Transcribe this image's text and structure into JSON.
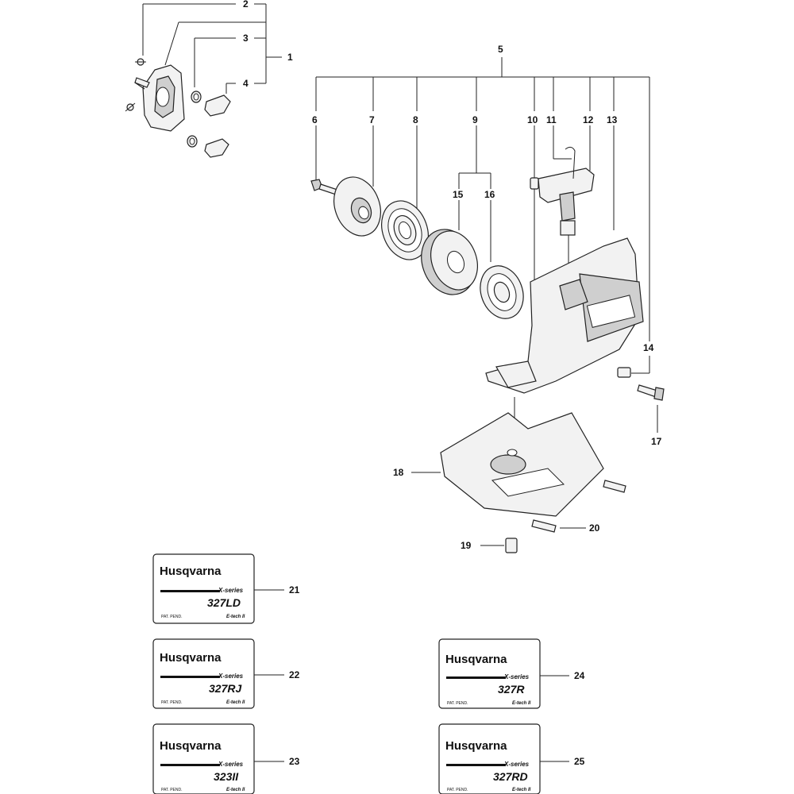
{
  "callouts": {
    "c1": "1",
    "c2": "2",
    "c3": "3",
    "c4": "4",
    "c5": "5",
    "c6": "6",
    "c7": "7",
    "c8": "8",
    "c9": "9",
    "c10": "10",
    "c11": "11",
    "c12": "12",
    "c13": "13",
    "c14": "14",
    "c15": "15",
    "c16": "16",
    "c17": "17",
    "c18": "18",
    "c19": "19",
    "c20": "20",
    "c21": "21",
    "c22": "22",
    "c23": "23",
    "c24": "24",
    "c25": "25"
  },
  "decals": [
    {
      "brand": "Husqvarna",
      "series": "X-series",
      "model": "327LD",
      "patent": "PAT. PEND.",
      "tech": "E-tech II"
    },
    {
      "brand": "Husqvarna",
      "series": "X-series",
      "model": "327RJ",
      "patent": "PAT. PEND.",
      "tech": "E-tech II"
    },
    {
      "brand": "Husqvarna",
      "series": "X-series",
      "model": "323II",
      "patent": "PAT. PEND.",
      "tech": "E-tech II"
    },
    {
      "brand": "Husqvarna",
      "series": "X-series",
      "model": "327R",
      "patent": "PAT. PEND.",
      "tech": "E-tech II"
    },
    {
      "brand": "Husqvarna",
      "series": "X-series",
      "model": "327RD",
      "patent": "PAT. PEND.",
      "tech": "E-tech II"
    }
  ],
  "colors": {
    "line": "#222222",
    "part_fill": "#f2f2f2",
    "part_shade": "#cfcfcf",
    "background": "#ffffff"
  }
}
